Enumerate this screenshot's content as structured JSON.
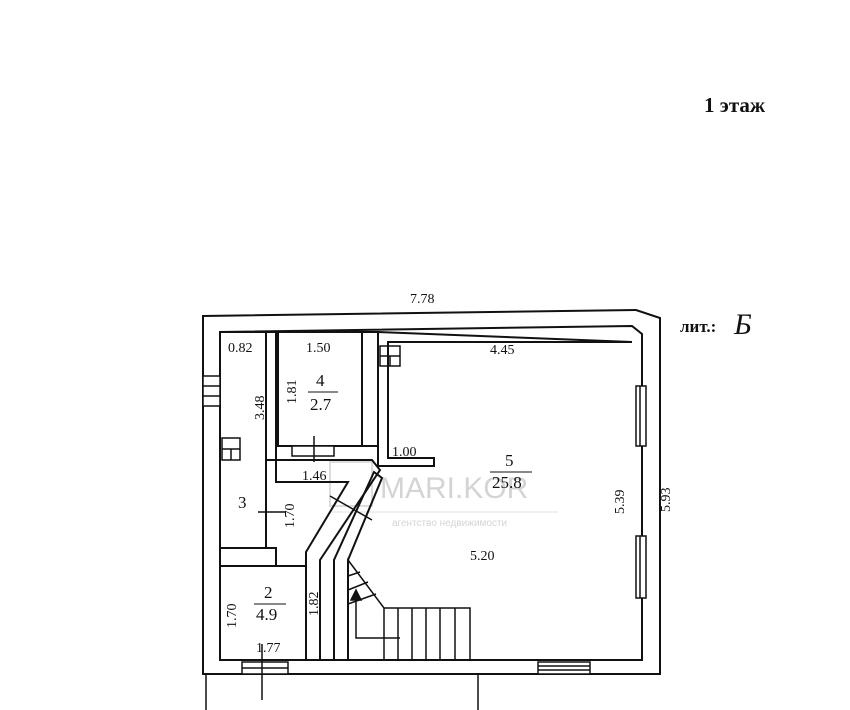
{
  "floor_title": "1 этаж",
  "liter": {
    "label": "лит.:",
    "letter": "Б"
  },
  "dimensions": {
    "outer_width": "7.78",
    "outer_height": "5.93",
    "hall_width": "4.45",
    "hall_height": "5.39",
    "hall_bottom": "5.20",
    "partition": "1.00",
    "stair_opening": "1.46",
    "room4_width": "1.50",
    "room4_height": "1.81",
    "left_strip_width": "0.82",
    "left_strip_height": "3.48",
    "room3_height": "1.70",
    "room2_width": "1.77",
    "room2_left": "1.70",
    "room2_right": "1.82"
  },
  "rooms": [
    {
      "number": "5",
      "area": "25.8"
    },
    {
      "number": "4",
      "area": "2.7"
    },
    {
      "number": "3",
      "area": ""
    },
    {
      "number": "2",
      "area": "4.9"
    }
  ],
  "watermark": {
    "brand": "MARI.KOR",
    "tagline": "агентство недвижимости"
  }
}
